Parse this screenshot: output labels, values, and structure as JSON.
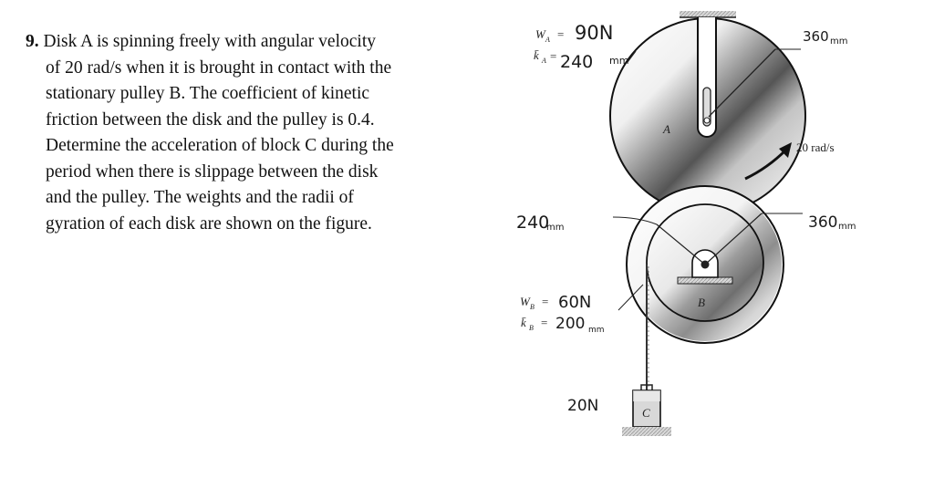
{
  "problem": {
    "number": "9.",
    "lines": [
      "Disk A is spinning freely with angular velocity",
      "of 20 rad/s when it is brought in contact with the",
      "stationary pulley B. The coefficient of kinetic",
      "friction between the disk and the pulley is 0.4.",
      "Determine the acceleration of block C during the",
      "period when there is slippage between the disk",
      "and the pulley. The weights and the radii of",
      "gyration of each disk are shown on the figure."
    ]
  },
  "figure": {
    "disk_a": {
      "weight_symbol": "W",
      "weight_subscript": "A",
      "weight_eq": "=",
      "weight_value": "90N",
      "gyration_symbol": "k̄",
      "gyration_subscript": "A",
      "gyration_eq": "=",
      "gyration_value": "240",
      "gyration_unit": "mm",
      "label": "A",
      "radius_label": "360",
      "radius_unit": "mm",
      "angular_velocity": "20 rad/s"
    },
    "pulley_b": {
      "inner_radius_label": "240",
      "inner_radius_unit": "mm",
      "outer_radius_label": "360",
      "outer_radius_unit": "mm",
      "weight_symbol": "W",
      "weight_subscript": "B",
      "weight_eq": "=",
      "weight_value": "60N",
      "gyration_symbol": "k̄",
      "gyration_subscript": "B",
      "gyration_eq": "=",
      "gyration_value": "200",
      "gyration_unit": "mm",
      "label": "B"
    },
    "block_c": {
      "weight_label": "20N",
      "label": "C"
    }
  }
}
